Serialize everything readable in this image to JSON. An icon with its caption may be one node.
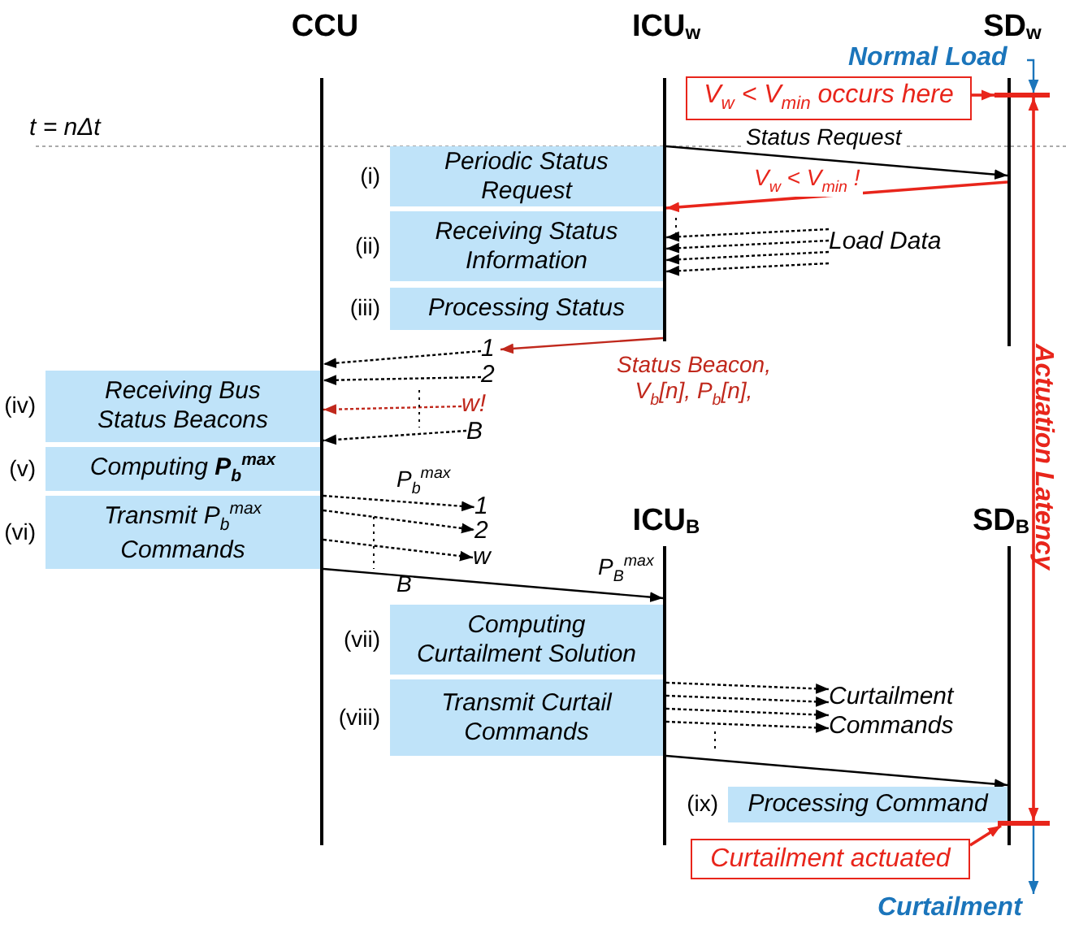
{
  "diagram": {
    "nodes": [
      {
        "text": [
          "CCU"
        ]
      },
      {
        "text": [
          "ICU$_{w}$"
        ]
      },
      {
        "text": [
          "SD$_{w}$"
        ]
      },
      {
        "text": [
          "Normal Load"
        ]
      },
      {
        "text": [],
        "shape": "bar"
      },
      {
        "text": [],
        "shape": "bar"
      },
      {
        "text": [],
        "shape": "bar"
      },
      {
        "text": [
          "V$_{w}$ < V$_{min}$ occurs here"
        ]
      },
      {
        "text": [],
        "shape": "bar"
      },
      {
        "text": [
          "Periodic Status Request"
        ],
        "beside": [
          "(i)"
        ]
      },
      {
        "text": [
          "Receiving Status Information"
        ],
        "beside": [
          "(ii)"
        ]
      },
      {
        "text": [
          "Load Data"
        ]
      },
      {
        "text": [
          "Processing Status"
        ],
        "beside": [
          "(iii)"
        ]
      },
      {
        "text": [
          "1"
        ]
      },
      {
        "text": [
          "2"
        ]
      },
      {
        "text": [
          "w!"
        ]
      },
      {
        "text": [
          "B"
        ]
      },
      {
        "text": [
          "Receiving Bus Status Beacons"
        ],
        "beside": [
          "(iv)"
        ]
      },
      {
        "text": [
          "Computing **P$_{b}$$^{max}$**"
        ],
        "beside": [
          "(v)"
        ]
      },
      {
        "text": [
          "Transmit P$_{b}$$^{max}$ Commands"
        ],
        "beside": [
          "(vi)"
        ]
      },
      {
        "text": [
          "1"
        ]
      },
      {
        "text": [
          "2"
        ]
      },
      {
        "text": [
          "w"
        ]
      },
      {
        "text": [
          "ICU$_{B}$"
        ]
      },
      {
        "text": [
          "SD$_{B}$"
        ]
      },
      {
        "text": [],
        "shape": "bar"
      },
      {
        "text": [],
        "shape": "bar"
      },
      {
        "text": [
          "Computing Curtailment Solution"
        ],
        "beside": [
          "(vii)"
        ]
      },
      {
        "text": [
          "Transmit Curtail Commands"
        ],
        "beside": [
          "(viii)"
        ]
      },
      {
        "text": [
          "Curtailment Commands"
        ]
      },
      {
        "text": [
          "Processing Command"
        ],
        "beside": [
          "(ix)"
        ]
      },
      {
        "text": [],
        "shape": "bar"
      },
      {
        "text": [
          "Curtailment actuated"
        ]
      },
      {
        "text": [
          "Curtailment"
        ]
      }
    ],
    "edges": [
      {
        "from": 5,
        "to": 6,
        "arrow": "to",
        "label": "Status Request"
      },
      {
        "from": 6,
        "to": 5,
        "arrow": "to",
        "label": "V$_{w}$ < V$_{min}$ !",
        "color": "#e8251b"
      },
      {
        "from": 11,
        "to": 5,
        "arrow": "to",
        "style": "dashed"
      },
      {
        "from": 11,
        "to": 5,
        "arrow": "to",
        "style": "dashed"
      },
      {
        "from": 11,
        "to": 5,
        "arrow": "to",
        "style": "dashed"
      },
      {
        "from": 11,
        "to": 5,
        "arrow": "to",
        "style": "dashed"
      },
      {
        "from": 5,
        "to": 13,
        "arrow": "to",
        "color": "#c0281c"
      },
      {
        "from": 13,
        "to": 4,
        "arrow": "to",
        "style": "dashed"
      },
      {
        "from": 14,
        "to": 4,
        "arrow": "to",
        "style": "dashed"
      },
      {
        "from": 15,
        "to": 4,
        "arrow": "to",
        "style": "dashed",
        "color": "#c0281c"
      },
      {
        "from": 16,
        "to": 4,
        "arrow": "to",
        "style": "dashed"
      },
      {
        "from": 4,
        "to": 20,
        "arrow": "to",
        "style": "dashed"
      },
      {
        "from": 4,
        "to": 21,
        "arrow": "to",
        "style": "dashed"
      },
      {
        "from": 4,
        "to": 22,
        "arrow": "to",
        "style": "dashed"
      },
      {
        "from": 4,
        "to": 25,
        "arrow": "to"
      },
      {
        "from": 25,
        "to": 29,
        "arrow": "to",
        "style": "dashed"
      },
      {
        "from": 25,
        "to": 29,
        "arrow": "to",
        "style": "dashed"
      },
      {
        "from": 25,
        "to": 29,
        "arrow": "to",
        "style": "dashed"
      },
      {
        "from": 25,
        "to": 29,
        "arrow": "to",
        "style": "dashed"
      },
      {
        "from": 25,
        "to": 26,
        "arrow": "to"
      },
      {
        "from": 7,
        "to": 8,
        "arrow": "to",
        "color": "#e8251b"
      },
      {
        "from": 3,
        "to": 8,
        "arrow": "to",
        "color": "#1b75bb"
      },
      {
        "from": 8,
        "to": 31,
        "arrow": "both",
        "color": "#e8251b",
        "label": "Actuation Latency"
      },
      {
        "from": 32,
        "to": 31,
        "arrow": "to",
        "color": "#e8251b"
      },
      {
        "from": 31,
        "to": 33,
        "arrow": "to",
        "color": "#1b75bb"
      }
    ],
    "labels": [
      "t = nΔt",
      "Status Beacon, V$_{b}$[n], P$_{b}$[n],",
      "P$_{b}$$^{max}$",
      "B",
      "P$_{B}$$^{max}$"
    ]
  }
}
